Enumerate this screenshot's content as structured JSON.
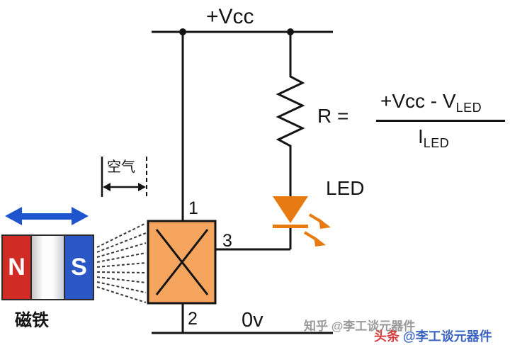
{
  "labels": {
    "vcc": "+Vcc",
    "zero_v": "0v",
    "led": "LED",
    "pin1": "1",
    "pin2": "2",
    "pin3": "3",
    "air_gap": "空气",
    "magnet": "磁铁",
    "magnet_n": "N",
    "magnet_s": "S"
  },
  "formula": {
    "lhs": "R =",
    "numerator_main": "+Vcc - V",
    "numerator_sub": "LED",
    "denominator_main": "I",
    "denominator_sub": "LED"
  },
  "watermarks": {
    "zhihu": "知乎 @李工谈元器件",
    "toutiao_brand": "头条",
    "toutiao_handle": "@李工谈元器件"
  },
  "colors": {
    "wire": "#141414",
    "sensor_fill": "#f6a55e",
    "led_orange": "#e87a12",
    "magnet_red": "#d02c25",
    "magnet_blue": "#2b57c6",
    "arrow_blue": "#1e54cd",
    "watermark_gray": "#9a9a9a"
  }
}
